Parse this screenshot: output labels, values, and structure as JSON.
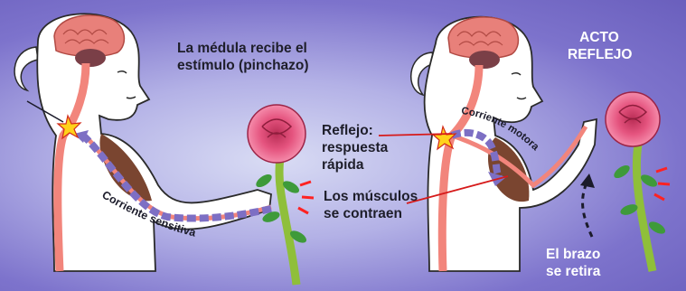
{
  "labels": {
    "medula_line1": "La médula recibe el",
    "medula_line2": "estímulo (pinchazo)",
    "acto_line1": "ACTO",
    "acto_line2": "REFLEJO",
    "reflejo_line1": "Reflejo:",
    "reflejo_line2": "respuesta",
    "reflejo_line3": "rápida",
    "musculos_line1": "Los músculos",
    "musculos_line2": "se contraen",
    "brazo_line1": "El brazo",
    "brazo_line2": "se retira",
    "corriente_sensitiva": "Corriente sensitiva",
    "corriente_motora": "Corriente motora"
  },
  "colors": {
    "background": "#7d73cc",
    "skin": "#ffffff",
    "nerve": "#f2857c",
    "signal_arrows": "#7d6fc4",
    "muscle": "#7a4530",
    "brain": "#e8807a",
    "flower": "#e04a7a",
    "stem": "#8fbf3a",
    "spark": "#ffd21a"
  }
}
